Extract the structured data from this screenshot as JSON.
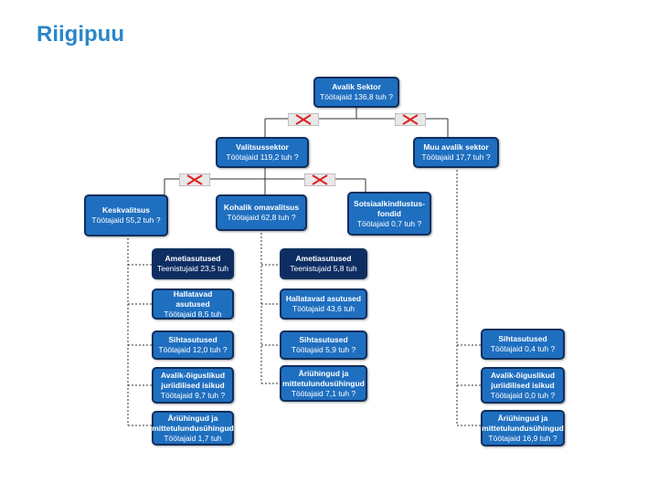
{
  "page": {
    "title": "Riigipuu"
  },
  "nodes": {
    "avalik_sektor": {
      "name": "Avalik Sektor",
      "sub": "Töötajaid 136,8 tuh ?"
    },
    "valitsussektor": {
      "name": "Valitsussektor",
      "sub": "Töötajaid 119,2 tuh ?"
    },
    "muu_avalik": {
      "name": "Muu avalik sektor",
      "sub": "Töötajaid 17,7 tuh ?"
    },
    "keskvalitsus": {
      "name": "Keskvalitsus",
      "sub": "Töötajaid 55,2 tuh ?"
    },
    "kohalik": {
      "name": "Kohalik omavalitsus",
      "sub": "Töötajaid 62,8 tuh ?"
    },
    "sotsiaal": {
      "name": "Sotsiaalkindlustus-fondid",
      "sub": "Töötajaid 0,7 tuh ?"
    },
    "k_ametiasutused": {
      "name": "Ametiasutused",
      "sub": "Teenistujaid 23,5 tuh"
    },
    "k_hallatavad": {
      "name": "Hallatavad asutused",
      "sub": "Töötajaid 8,5 tuh"
    },
    "k_sihtasutused": {
      "name": "Sihtasutused",
      "sub": "Töötajaid 12,0 tuh ?"
    },
    "k_avalik_oiguslikud": {
      "name": "Avalik-õiguslikud juriidilised isikud",
      "sub": "Töötajaid 9,7 tuh ?"
    },
    "k_ariuhingud": {
      "name": "Äriühingud ja mittetulundusühingud",
      "sub": "Töötajaid 1,7 tuh"
    },
    "o_ametiasutused": {
      "name": "Ametiasutused",
      "sub": "Teenistujaid 5,8 tuh"
    },
    "o_hallatavad": {
      "name": "Hallatavad asutused",
      "sub": "Töötajaid 43,6 tuh"
    },
    "o_sihtasutused": {
      "name": "Sihtasutused",
      "sub": "Töötajaid 5,9 tuh ?"
    },
    "o_ariuhingud": {
      "name": "Äriühingud ja mittetulundusühingud",
      "sub": "Töötajaid 7,1 tuh ?"
    },
    "m_sihtasutused": {
      "name": "Sihtasutused",
      "sub": "Töötajaid 0,4 tuh ?"
    },
    "m_avalik_oiguslikud": {
      "name": "Avalik-õiguslikud juriidilised isikud",
      "sub": "Töötajaid 0,0 tuh ?"
    },
    "m_ariuhingud": {
      "name": "Äriühingud ja mittetulundusühingud",
      "sub": "Töötajaid 16,9 tuh ?"
    }
  },
  "colors": {
    "title": "#2a86c8",
    "node": "#1f6fc0",
    "node_dark": "#0e2e63",
    "cross": "#e02020"
  }
}
